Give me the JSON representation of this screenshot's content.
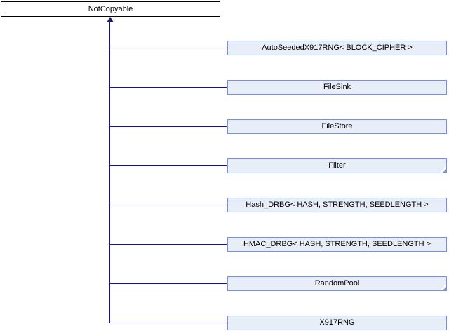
{
  "diagram": {
    "base": {
      "label": "NotCopyable"
    },
    "derived": [
      {
        "label": "AutoSeededX917RNG< BLOCK_CIPHER >",
        "truncated": false
      },
      {
        "label": "FileSink",
        "truncated": false
      },
      {
        "label": "FileStore",
        "truncated": false
      },
      {
        "label": "Filter",
        "truncated": true
      },
      {
        "label": "Hash_DRBG< HASH, STRENGTH, SEEDLENGTH >",
        "truncated": false
      },
      {
        "label": "HMAC_DRBG< HASH, STRENGTH, SEEDLENGTH >",
        "truncated": false
      },
      {
        "label": "RandomPool",
        "truncated": true
      },
      {
        "label": "X917RNG",
        "truncated": false
      }
    ],
    "colors": {
      "edge": "#191970",
      "node_fill": "#e8eef7",
      "node_border": "#8090c0",
      "base_fill": "#ffffff",
      "base_border": "#000000",
      "text": "#000000"
    }
  }
}
